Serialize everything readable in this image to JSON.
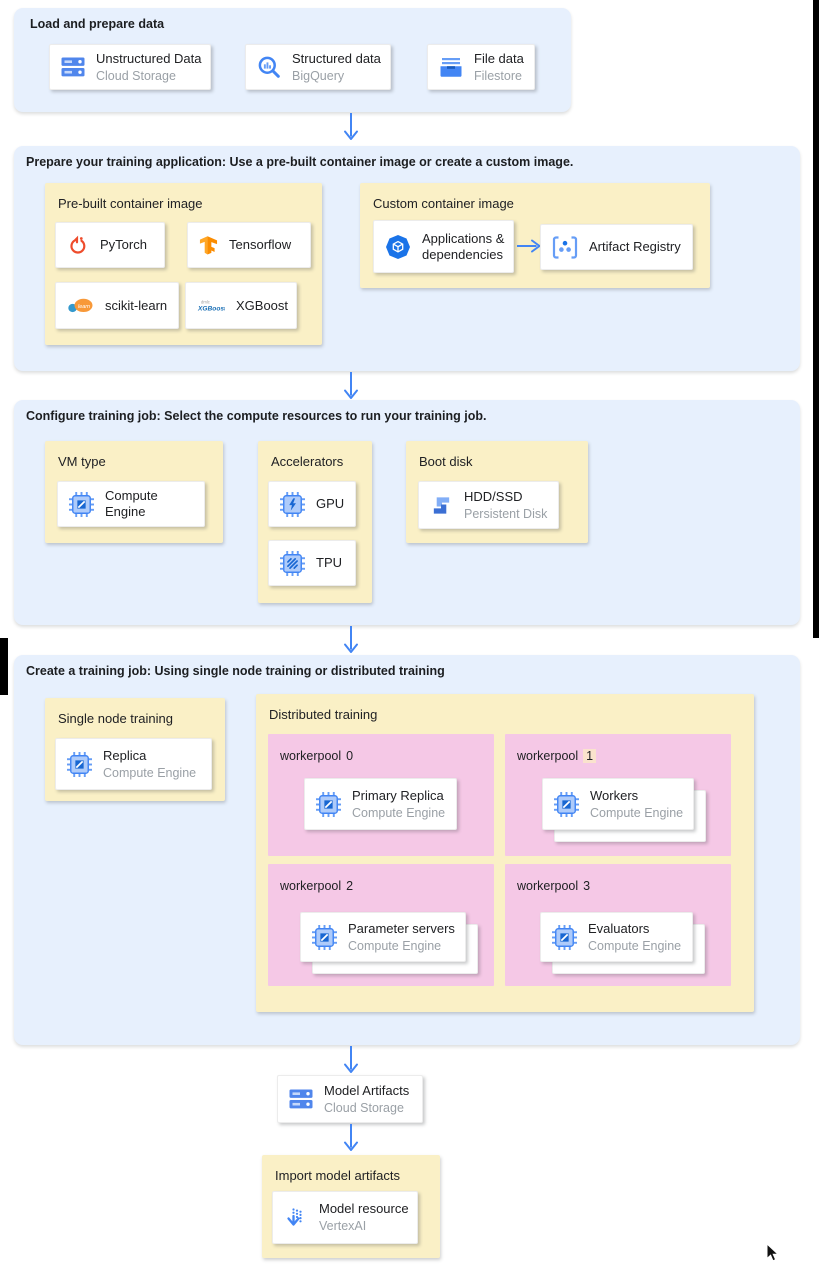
{
  "colors": {
    "section_bg": "#e7f0fd",
    "group_bg": "#faf0c6",
    "workerpool_bg": "#f5c8e6",
    "arrow_blue": "#4285f4",
    "label_dark": "#202124",
    "label_grey": "#9aa0a6",
    "highlight_peach": "#fae3cd"
  },
  "load": {
    "title": "Load and prepare data",
    "cards": [
      {
        "icon": "cloud-storage",
        "label": "Unstructured Data",
        "sublabel": "Cloud Storage"
      },
      {
        "icon": "bigquery",
        "label": "Structured data",
        "sublabel": "BigQuery"
      },
      {
        "icon": "filestore",
        "label": "File data",
        "sublabel": "Filestore"
      }
    ]
  },
  "prepare": {
    "title": "Prepare your training application: Use a pre-built container image or create a custom image.",
    "prebuilt": {
      "title": "Pre-built container image",
      "cards": [
        {
          "icon": "pytorch",
          "label": "PyTorch"
        },
        {
          "icon": "tensorflow",
          "label": "Tensorflow"
        },
        {
          "icon": "scikit-learn",
          "label": "scikit-learn"
        },
        {
          "icon": "xgboost",
          "label": "XGBoost"
        }
      ]
    },
    "custom": {
      "title": "Custom container image",
      "source_card": {
        "icon": "applications",
        "label": "Applications & dependencies"
      },
      "target_card": {
        "icon": "artifact-registry",
        "label": "Artifact Registry"
      }
    }
  },
  "configure": {
    "title": "Configure training job: Select the compute resources to run your training job.",
    "vm_type": {
      "title": "VM type",
      "card": {
        "icon": "compute-engine",
        "label": "Compute Engine"
      }
    },
    "accelerators": {
      "title": "Accelerators",
      "cards": [
        {
          "icon": "gpu-chip",
          "label": "GPU"
        },
        {
          "icon": "tpu-chip",
          "label": "TPU"
        }
      ]
    },
    "boot_disk": {
      "title": "Boot disk",
      "card": {
        "icon": "persistent-disk",
        "label": "HDD/SSD",
        "sublabel": "Persistent Disk"
      }
    }
  },
  "create": {
    "title": "Create a training job: Using single node training or distributed training",
    "single": {
      "title": "Single node training",
      "card": {
        "icon": "compute-engine",
        "label": "Replica",
        "sublabel": "Compute Engine"
      }
    },
    "distributed": {
      "title": "Distributed training",
      "pools": [
        {
          "name": "workerpool",
          "num": "0",
          "card": {
            "icon": "compute-engine",
            "label": "Primary Replica",
            "sublabel": "Compute Engine"
          }
        },
        {
          "name": "workerpool",
          "num": "1",
          "card": {
            "icon": "compute-engine",
            "label": "Workers",
            "sublabel": "Compute Engine"
          }
        },
        {
          "name": "workerpool",
          "num": "2",
          "card": {
            "icon": "compute-engine",
            "label": "Parameter servers",
            "sublabel": "Compute Engine"
          }
        },
        {
          "name": "workerpool",
          "num": "3",
          "card": {
            "icon": "compute-engine",
            "label": "Evaluators",
            "sublabel": "Compute Engine"
          }
        }
      ]
    }
  },
  "outputs": {
    "model_artifacts": {
      "icon": "cloud-storage",
      "label": "Model Artifacts",
      "sublabel": "Cloud Storage"
    },
    "import_model": {
      "title": "Import model artifacts",
      "card": {
        "icon": "vertex-model",
        "label": "Model resource",
        "sublabel": "VertexAI"
      }
    }
  }
}
